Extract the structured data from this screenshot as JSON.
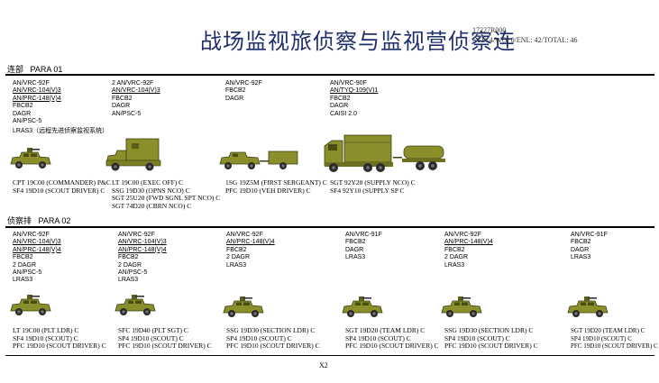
{
  "title": "战场监视旅侦察与监视营侦察连",
  "code": "17227R000",
  "strength": "OFF: 4/WO: 0/ENL: 42/TOTAL: 46",
  "sections": [
    {
      "name": "连部",
      "para": "PARA 01",
      "groups": [
        {
          "equipment": [
            "AN/VRC-92F",
            "AN/VRC-104(V)3",
            "AN/PRC-148(V)4",
            "FBCB2",
            "DAGR",
            "AN/PSC-5",
            "LRAS3（远程先进侦察监视系统）"
          ],
          "personnel": [
            "CPT 19C00 (COMMANDER) P&C",
            "SF4 19D10 (SCOUT DRIVER) C"
          ]
        },
        {
          "equipment": [
            "2 AN/VRC-92F",
            "AN/VRC-104(V)3",
            "FBCB2",
            "DAGR",
            "AN/PSC-5"
          ],
          "personnel": [
            "LT 19C00 (EXEC OFF) C",
            "SSG 19D30 (OPNS NCO) C",
            "SGT 25U20 (FWD SGNL SPT NCO) C",
            "SGT 74D20 (CBRN NCO) C"
          ]
        },
        {
          "equipment": [
            "AN/VRC-92F",
            "FBCB2",
            "DAGR"
          ],
          "personnel": [
            "1SG 19Z5M (FIRST SERGEANT) C",
            "PFC 19D10 (VEH DRIVER) C"
          ]
        },
        {
          "equipment": [
            "AN/VRC-90F",
            "AN/TYQ-109(V)1",
            "FBCB2",
            "DAGR",
            "CAISI 2.0"
          ],
          "personnel": [
            "SGT 92Y20 (SUPPLY NCO) C",
            "SF4 92Y10 (SUPPLY SP C"
          ]
        }
      ]
    },
    {
      "name": "侦察排",
      "para": "PARA 02",
      "groups": [
        {
          "equipment": [
            "AN/VRC-92F",
            "AN/VRC-104(V)3",
            "AN/PRC-148(V)4",
            "FBCB2",
            "2 DAGR",
            "AN/PSC-5",
            "LRAS3"
          ],
          "personnel": [
            "LT 19C00 (PLT LDR) C",
            "SF4 19D10 (SCOUT) C",
            "PFC 19D10 (SCOUT DRIVER) C"
          ]
        },
        {
          "equipment": [
            "AN/VRC-92F",
            "AN/VRC-104(V)3",
            "AN/PRC-148(V)4",
            "FBCB2",
            "2 DAGR",
            "AN/PSC-5",
            "LRAS3"
          ],
          "personnel": [
            "SFC 19D40 (PLT SGT) C",
            "SP4 19D10 (SCOUT) C",
            "PFC 19D10 (SCOUT DRIVER) C"
          ]
        },
        {
          "equipment": [
            "AN/VRC-92F",
            "AN/PRC-148(V)4",
            "FBCB2",
            "2 DAGR",
            "LRAS3"
          ],
          "personnel": [
            "SSG 19D30 (SECTION LDR) C",
            "SP4 19D10 (SCOUT) C",
            "PFC 19D10 (SCOUT DRIVER) C"
          ]
        },
        {
          "equipment": [
            "AN/VRC-91F",
            "FBCB2",
            "DAGR",
            "LRAS3"
          ],
          "personnel": [
            "SGT 19D20 (TEAM LDR) C",
            "SP4 19D10 (SCOUT) C",
            "PFC 19D10 (SCOUT DRIVER) C"
          ]
        },
        {
          "equipment": [
            "AN/VRC-92F",
            "AN/PRC-148(V)4",
            "FBCB2",
            "2 DAGR",
            "LRAS3"
          ],
          "personnel": [
            "SSG 19D30 (SECTION LDR) C",
            "SP4 19D10 (SCOUT) C",
            "PFC 19D10 (SCOUT DRIVER) C"
          ]
        },
        {
          "equipment": [
            "AN/VRC-91F",
            "FBCB2",
            "DAGR",
            "LRAS3"
          ],
          "personnel": [
            "SGT 19D20 (TEAM LDR) C",
            "SP4 19D10 (SCOUT) C",
            "PFC 19D10 (SCOUT DRIVER) C"
          ]
        }
      ]
    }
  ],
  "footer": "X2",
  "colors": {
    "title": "#1f2f6e",
    "vehicle": "#8a8f2c",
    "vehicle_dark": "#4a4d14"
  }
}
